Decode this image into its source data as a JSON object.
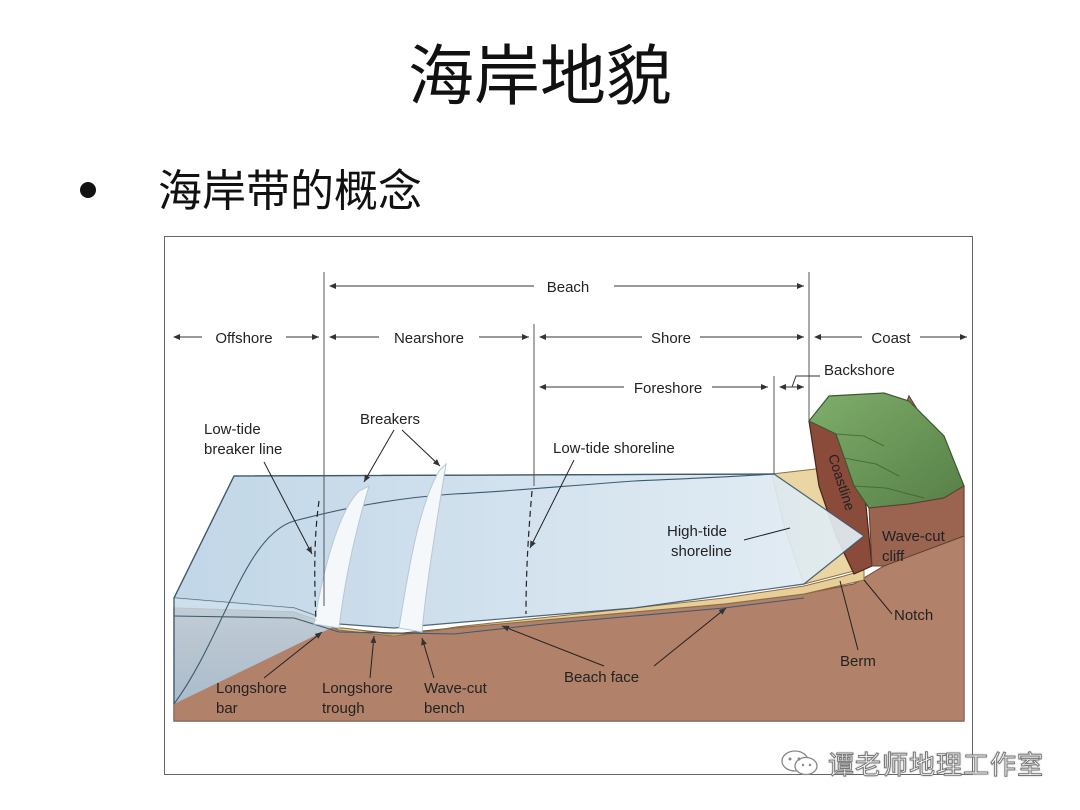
{
  "slide": {
    "title": "海岸地貌",
    "bullet": "海岸带的概念"
  },
  "figure": {
    "zones": {
      "beach": "Beach",
      "offshore": "Offshore",
      "nearshore": "Nearshore",
      "shore": "Shore",
      "coast": "Coast",
      "foreshore": "Foreshore",
      "backshore": "Backshore"
    },
    "labels": {
      "low_tide_breaker_1": "Low-tide",
      "low_tide_breaker_2": "breaker line",
      "breakers": "Breakers",
      "low_tide_shoreline": "Low-tide shoreline",
      "high_tide_1": "High-tide",
      "high_tide_2": "shoreline",
      "coastline": "Coastline",
      "wave_cut_cliff_1": "Wave-cut",
      "wave_cut_cliff_2": "cliff",
      "notch": "Notch",
      "berm": "Berm",
      "beach_face": "Beach face",
      "longshore_bar_1": "Longshore",
      "longshore_bar_2": "bar",
      "longshore_trough_1": "Longshore",
      "longshore_trough_2": "trough",
      "wave_cut_bench_1": "Wave-cut",
      "wave_cut_bench_2": "bench"
    },
    "colors": {
      "water": "#c9dcea",
      "sand": "#e8cf9a",
      "earth": "#a87760",
      "grass": "#6f9a5e",
      "cliff": "#8a4b3a"
    }
  },
  "watermark": {
    "text": "谭老师地理工作室",
    "icon": "wechat-icon"
  }
}
